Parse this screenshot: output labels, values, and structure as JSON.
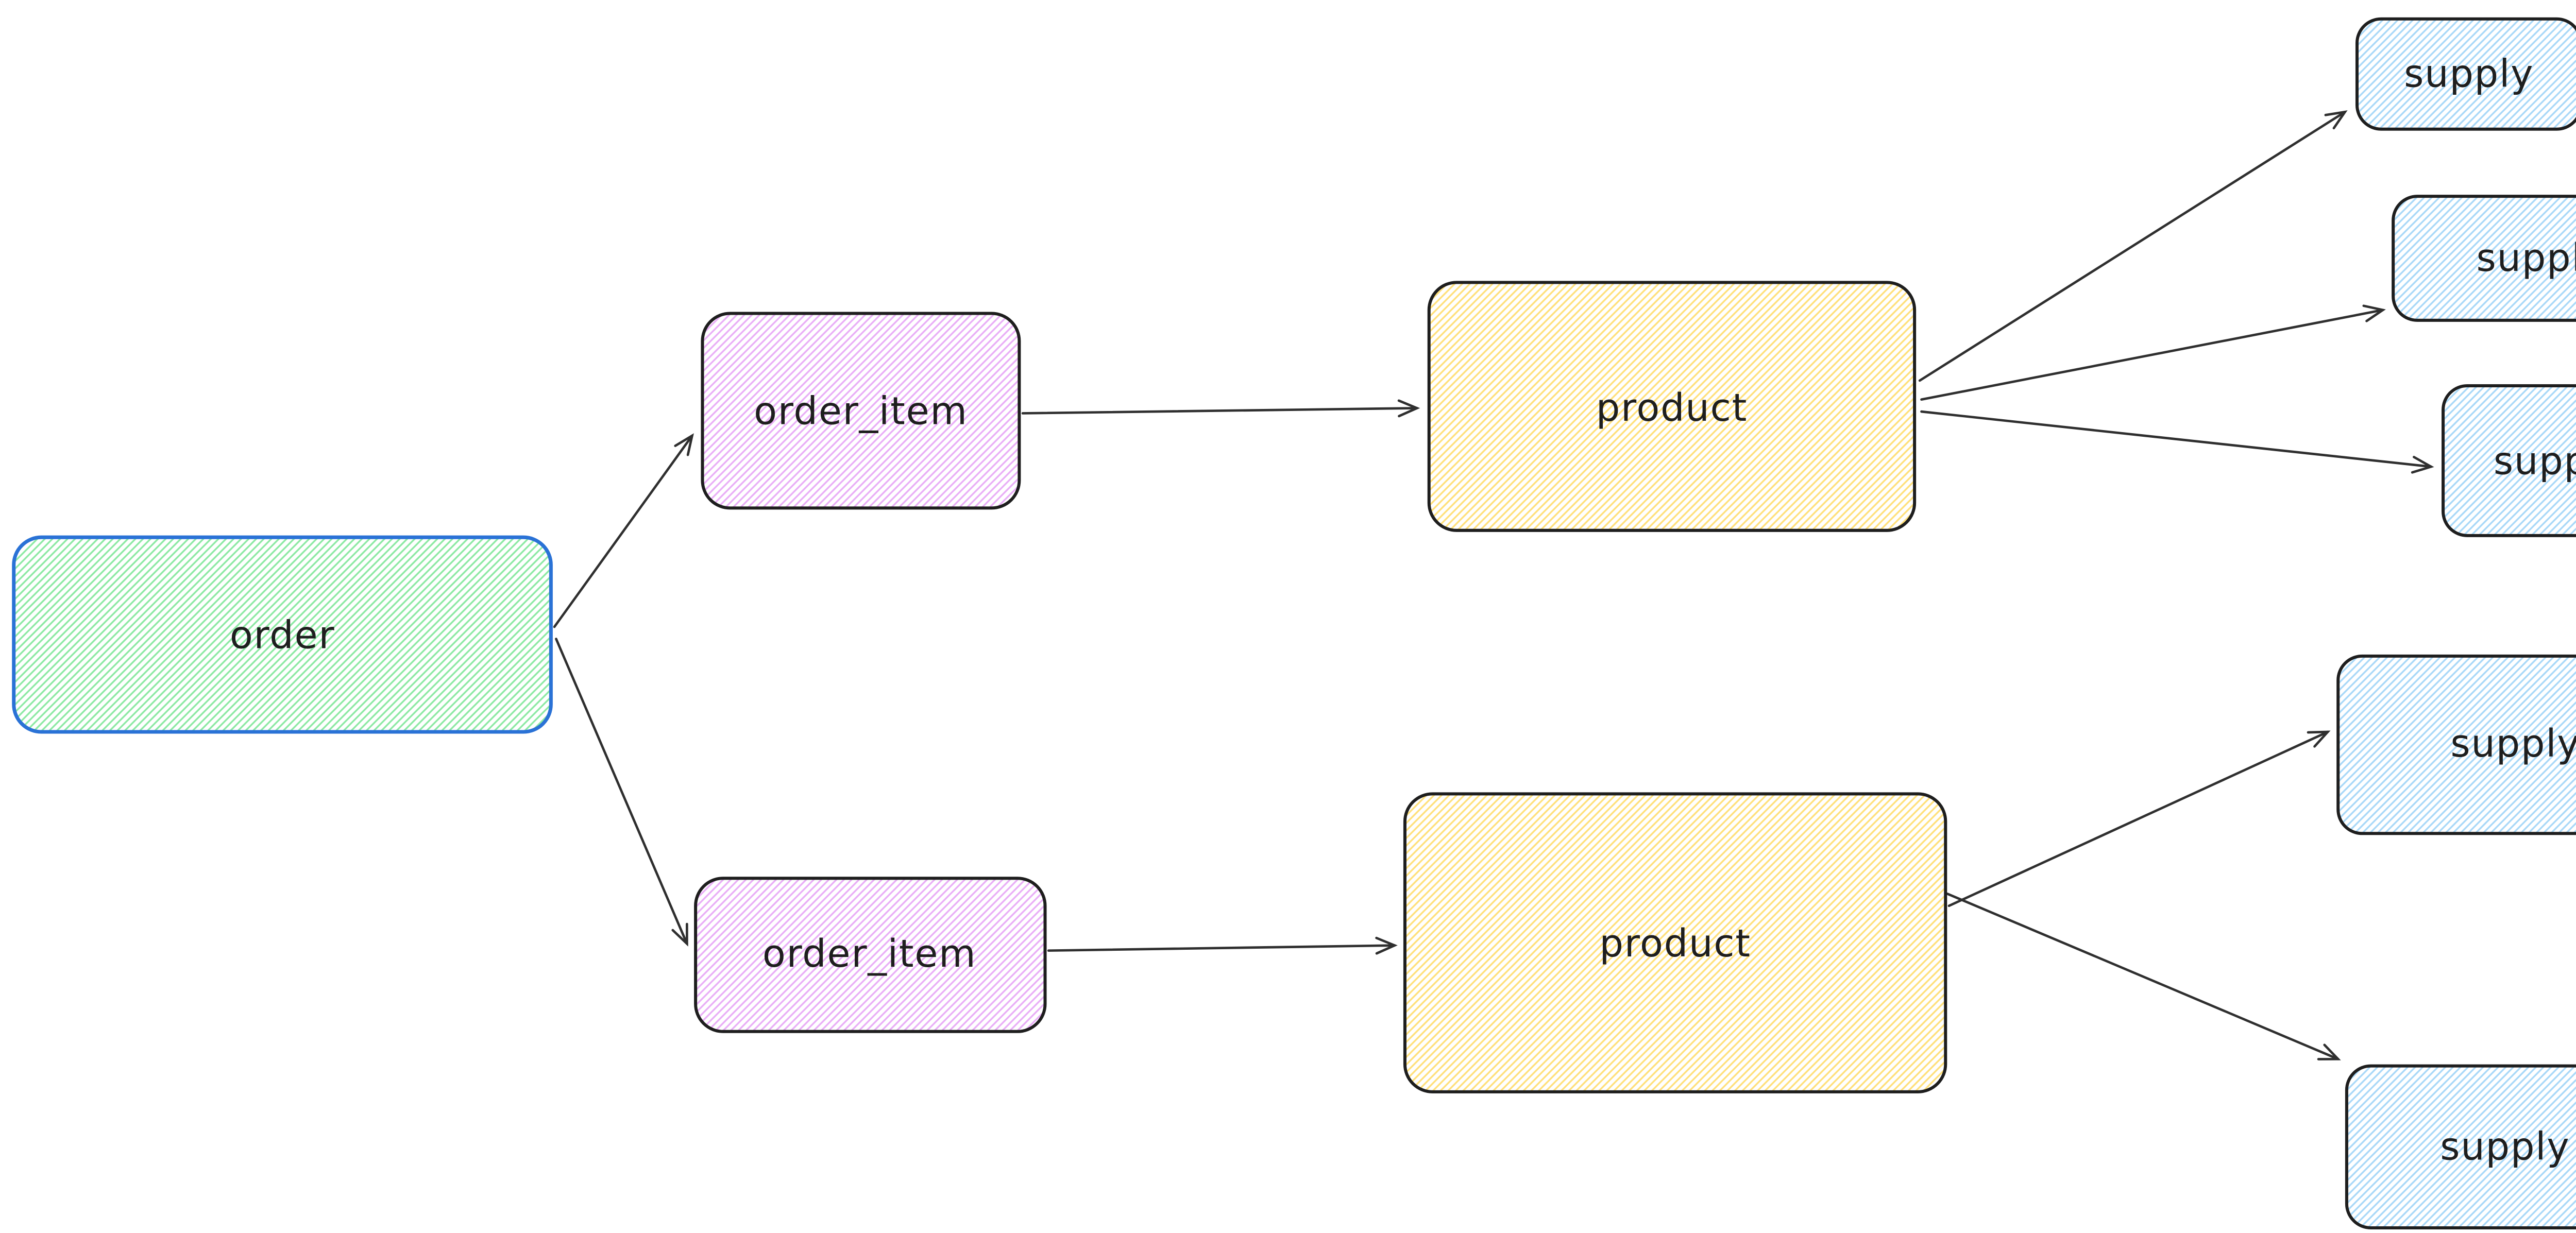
{
  "palette": {
    "background": "#ffffff",
    "text": "#1e1e1e",
    "edge": "#2f2f2f",
    "node_border": "#1e1e1e",
    "order_border": "#2a72d6",
    "green_hachure": "#8ce9a3",
    "violet_hachure": "#e9aef7",
    "yellow_hachure": "#ffe07a",
    "blue_hachure": "#a8d8f8"
  },
  "diagram": {
    "nodes": [
      {
        "id": "order",
        "label": "order",
        "color": "green"
      },
      {
        "id": "order_item_1",
        "label": "order_item",
        "color": "violet"
      },
      {
        "id": "order_item_2",
        "label": "order_item",
        "color": "violet"
      },
      {
        "id": "product_1",
        "label": "product",
        "color": "yellow"
      },
      {
        "id": "product_2",
        "label": "product",
        "color": "yellow"
      },
      {
        "id": "supply_1",
        "label": "supply",
        "color": "blue"
      },
      {
        "id": "supply_2",
        "label": "supply",
        "color": "blue"
      },
      {
        "id": "supply_3",
        "label": "supply",
        "color": "blue"
      },
      {
        "id": "supply_4",
        "label": "supply",
        "color": "blue"
      },
      {
        "id": "supply_5",
        "label": "supply",
        "color": "blue"
      }
    ],
    "edges": [
      {
        "from": "order",
        "to": "order_item_1"
      },
      {
        "from": "order",
        "to": "order_item_2"
      },
      {
        "from": "order_item_1",
        "to": "product_1"
      },
      {
        "from": "order_item_2",
        "to": "product_2"
      },
      {
        "from": "product_1",
        "to": "supply_1"
      },
      {
        "from": "product_1",
        "to": "supply_2"
      },
      {
        "from": "product_1",
        "to": "supply_3"
      },
      {
        "from": "product_2",
        "to": "supply_4"
      },
      {
        "from": "product_2",
        "to": "supply_5"
      }
    ]
  }
}
